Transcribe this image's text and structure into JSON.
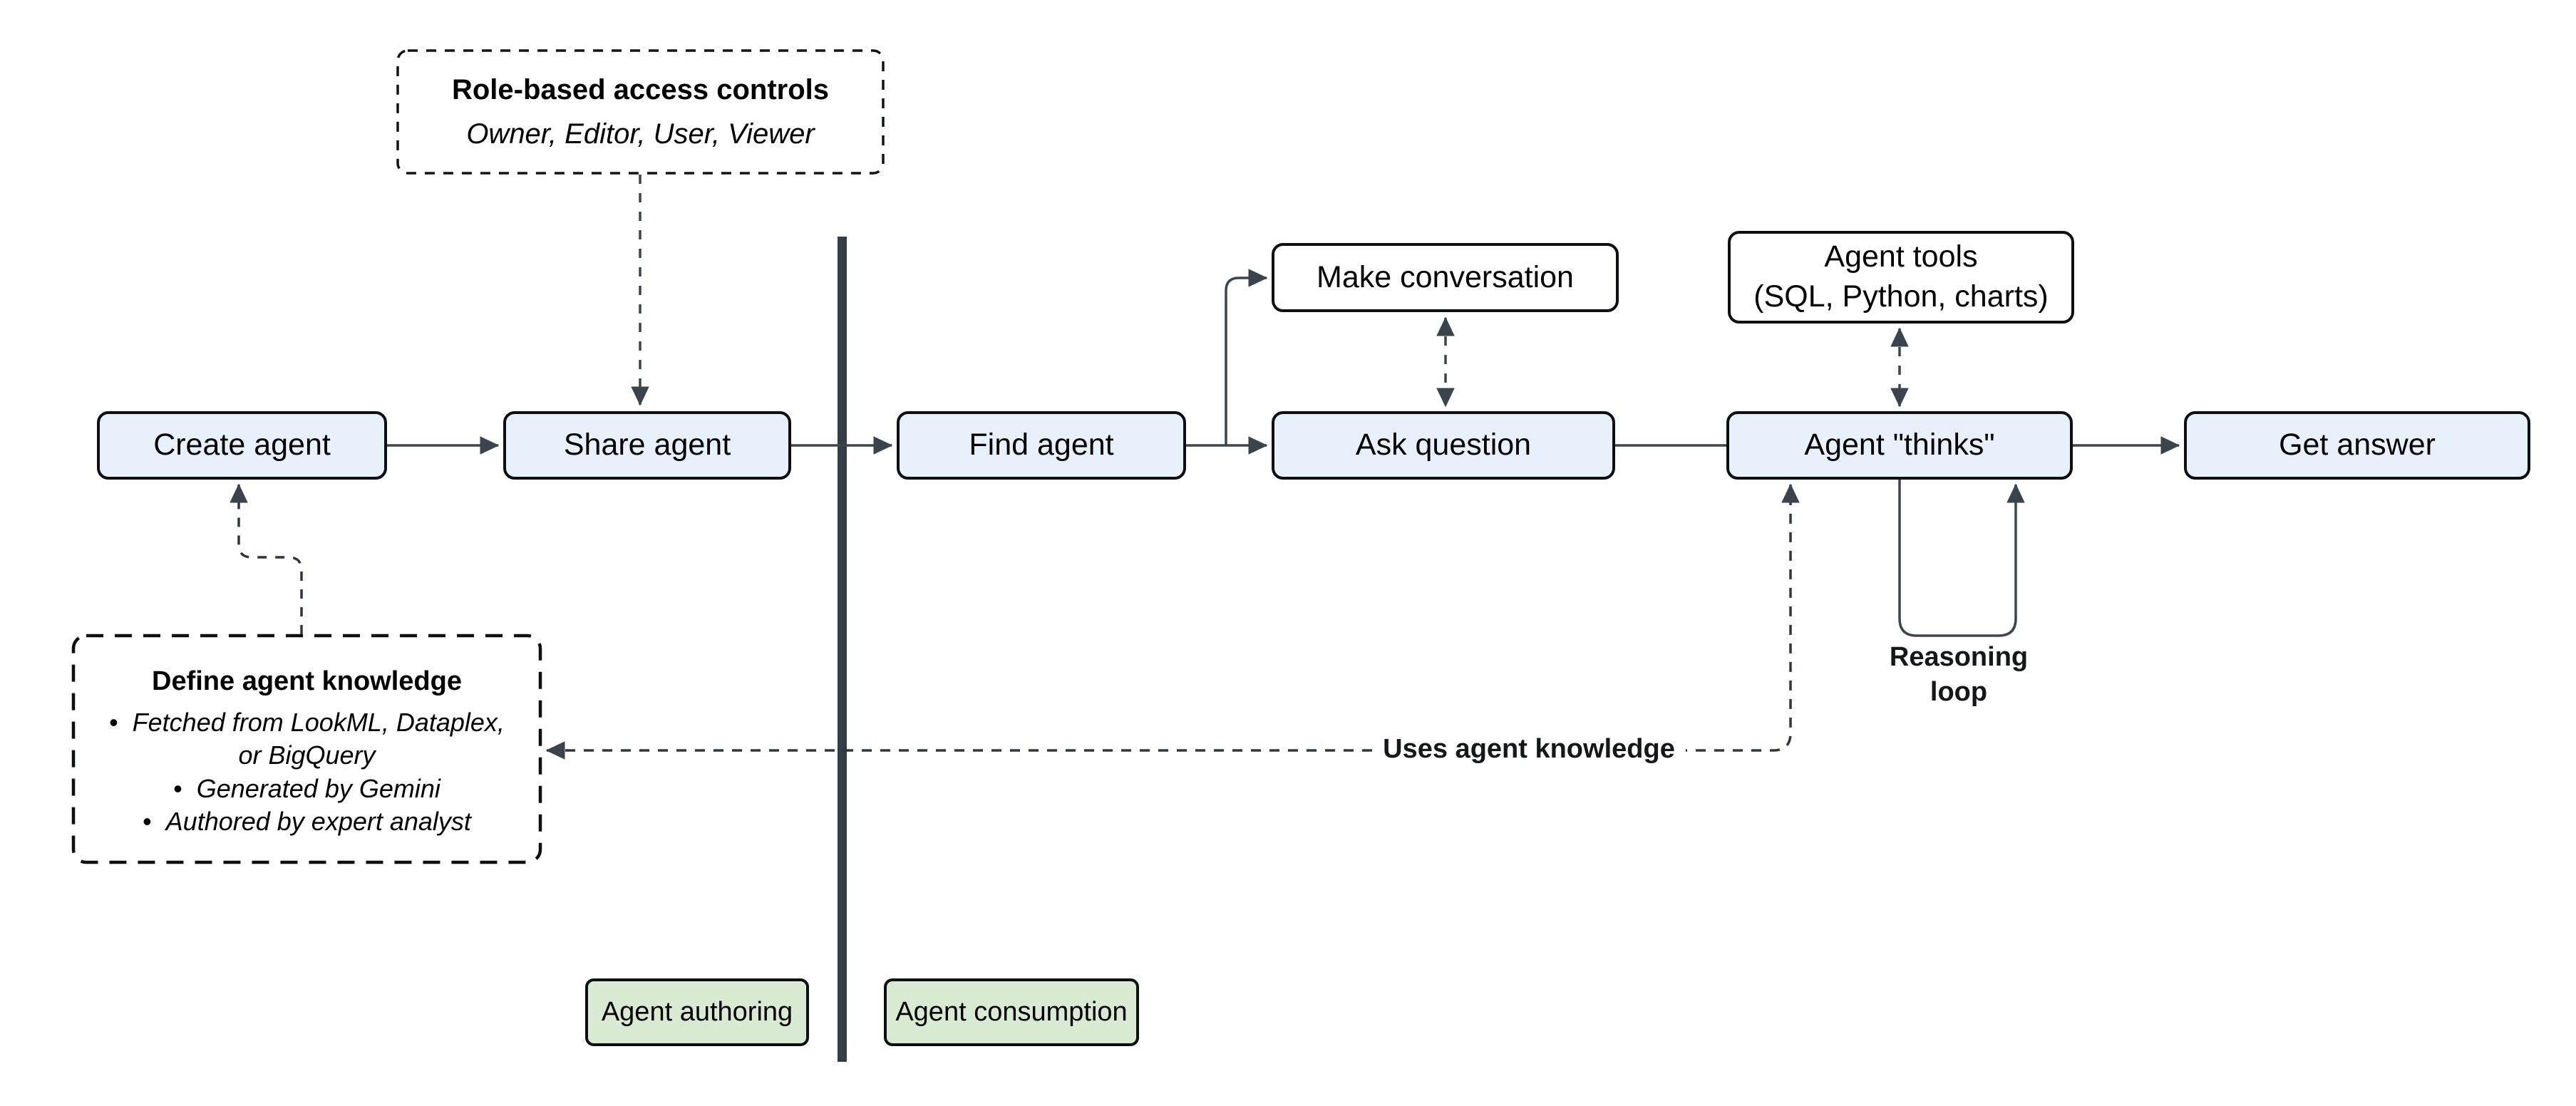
{
  "diagram": {
    "nodes": {
      "create": {
        "label": "Create agent"
      },
      "share": {
        "label": "Share agent"
      },
      "find": {
        "label": "Find agent"
      },
      "make_conversation": {
        "label": "Make conversation"
      },
      "ask": {
        "label": "Ask question"
      },
      "agent_tools": {
        "lines": [
          "Agent tools",
          "(SQL, Python, charts)"
        ]
      },
      "thinks": {
        "label": "Agent \"thinks\""
      },
      "get_answer": {
        "label": "Get answer"
      }
    },
    "annotations": {
      "rbac": {
        "title": "Role-based access controls",
        "subtitle": "Owner, Editor, User, Viewer"
      },
      "knowledge": {
        "title": "Define agent knowledge",
        "bullets": [
          "Fetched from LookML, Dataplex, or BigQuery",
          "Generated by Gemini",
          "Authored by expert analyst"
        ]
      },
      "reasoning_loop_label": "Reasoning loop",
      "uses_knowledge_label": "Uses agent knowledge"
    },
    "zones": {
      "authoring_label": "Agent authoring",
      "consumption_label": "Agent consumption"
    },
    "colors": {
      "node_fill_blue": "#e8f0fb",
      "node_fill_white": "#ffffff",
      "zone_fill_green": "#d9ead3",
      "node_border": "#0d0f11",
      "connector": "#3d454e",
      "divider": "#333e49",
      "text": "#000000"
    }
  }
}
